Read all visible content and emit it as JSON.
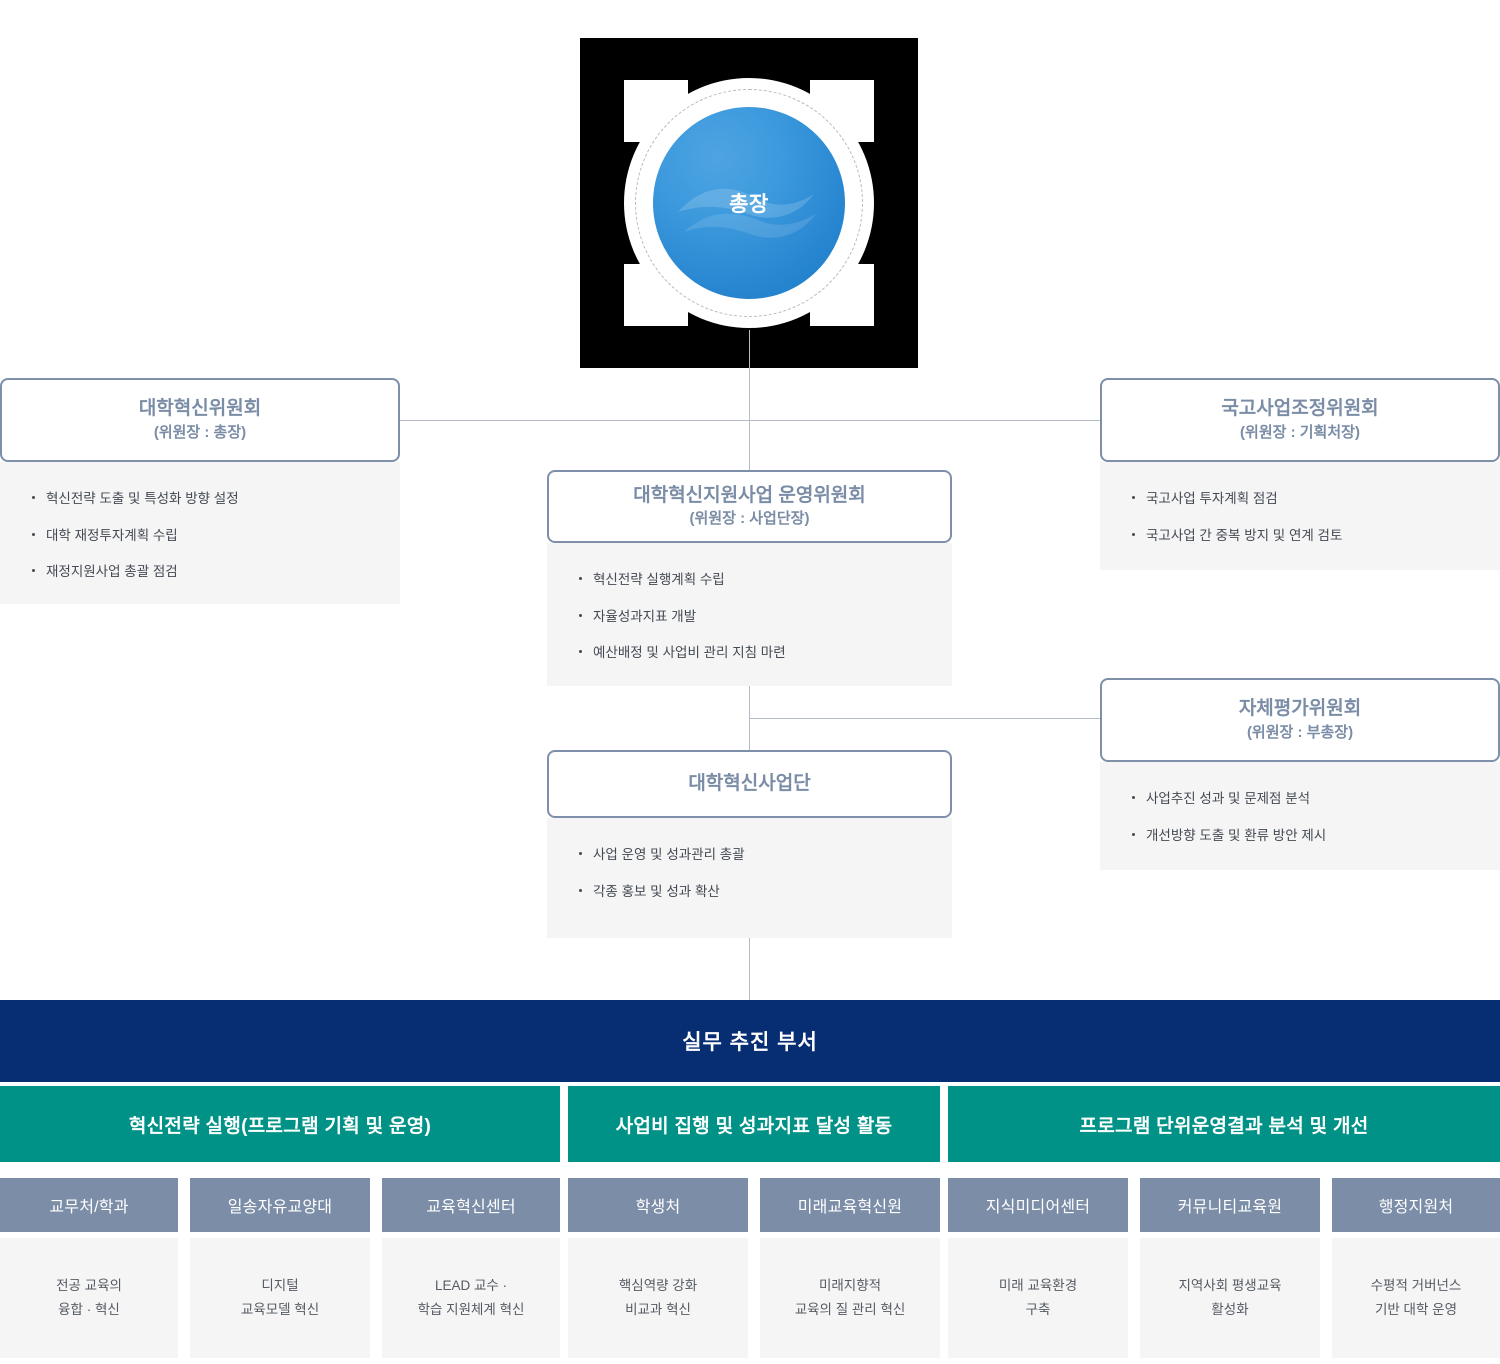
{
  "org_chart": {
    "root": {
      "label": "총장",
      "icon": "wave-logo-icon"
    },
    "committees": [
      {
        "id": "university-innovation-committee",
        "title": "대학혁신위원회",
        "chair": "(위원장 : 총장)",
        "items": [
          "혁신전략 도출 및 특성화 방향 설정",
          "대학 재정투자계획 수립",
          "재정지원사업 총괄 점검"
        ]
      },
      {
        "id": "national-project-coordination-committee",
        "title": "국고사업조정위원회",
        "chair": "(위원장 : 기획처장)",
        "items": [
          "국고사업 투자계획 점검",
          "국고사업 간 중복 방지 및 연계 검토"
        ]
      },
      {
        "id": "innovation-support-project-steering-committee",
        "title": "대학혁신지원사업 운영위원회",
        "chair": "(위원장 : 사업단장)",
        "items": [
          "혁신전략 실행계획 수립",
          "자율성과지표 개발",
          "예산배정 및 사업비 관리 지침 마련"
        ]
      },
      {
        "id": "self-evaluation-committee",
        "title": "자체평가위원회",
        "chair": "(위원장 : 부총장)",
        "items": [
          "사업추진 성과 및 문제점 분석",
          "개선방향 도출 및 환류 방안 제시"
        ]
      },
      {
        "id": "university-innovation-project-group",
        "title": "대학혁신사업단",
        "chair": "",
        "items": [
          "사업 운영 및 성과관리 총괄",
          "각종 홍보 및 성과 확산"
        ]
      }
    ],
    "working_bar": {
      "label": "실무 추진 부서"
    },
    "groups": [
      {
        "id": "group-innovation-strategy",
        "label": "혁신전략 실행(프로그램 기획 및 운영)"
      },
      {
        "id": "group-budget-execution",
        "label": "사업비 집행 및 성과지표 달성 활동"
      },
      {
        "id": "group-program-analysis",
        "label": "프로그램 단위운영결과 분석 및 개선"
      }
    ],
    "departments": [
      {
        "id": "dept-academic-affairs",
        "name": "교무처/학과",
        "desc": "전공 교육의\n융합 · 혁신"
      },
      {
        "id": "dept-ilsong-liberal-arts",
        "name": "일송자유교양대",
        "desc": "디지털\n교육모델 혁신"
      },
      {
        "id": "dept-education-innovation-center",
        "name": "교육혁신센터",
        "desc": "LEAD 교수 ·\n학습 지원체계 혁신"
      },
      {
        "id": "dept-student-affairs",
        "name": "학생처",
        "desc": "핵심역량 강화\n비교과 혁신"
      },
      {
        "id": "dept-future-education-institute",
        "name": "미래교육혁신원",
        "desc": "미래지향적\n교육의 질 관리 혁신"
      },
      {
        "id": "dept-knowledge-media-center",
        "name": "지식미디어센터",
        "desc": "미래 교육환경\n구축"
      },
      {
        "id": "dept-community-education-institute",
        "name": "커뮤니티교육원",
        "desc": "지역사회 평생교육\n활성화"
      },
      {
        "id": "dept-administrative-support",
        "name": "행정지원처",
        "desc": "수평적 거버넌스\n기반 대학 운영"
      }
    ],
    "colors": {
      "navy": "#072d72",
      "teal": "#009287",
      "slate": "#7c8da8",
      "title_blue": "#7b8da6",
      "panel_bg": "#f5f5f6",
      "circle_blue": "#2886d1",
      "connector": "#b6bcc6"
    }
  }
}
